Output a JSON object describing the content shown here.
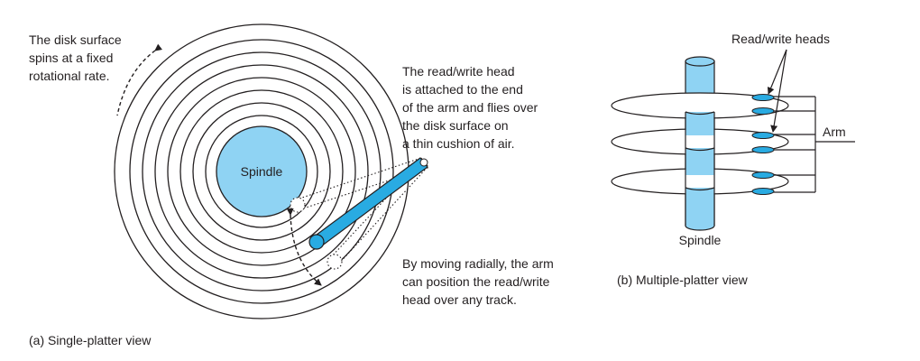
{
  "single_platter": {
    "caption": "(a) Single-platter view",
    "spindle_label": "Spindle",
    "spin_note": [
      "The disk surface",
      "spins at a fixed",
      "rotational rate."
    ],
    "head_note": [
      "The read/write head",
      "is attached to the end",
      "of the arm and flies over",
      "the disk surface on",
      "a thin cushion of air."
    ],
    "move_note": [
      "By moving radially, the arm",
      "can position the read/write",
      "head over any track."
    ]
  },
  "multi_platter": {
    "caption": "(b) Multiple-platter view",
    "heads_label": "Read/write heads",
    "arm_label": "Arm",
    "spindle_label": "Spindle"
  },
  "colors": {
    "accent": "#29abe2",
    "accent_light": "#8fd3f3",
    "line": "#231f20"
  }
}
